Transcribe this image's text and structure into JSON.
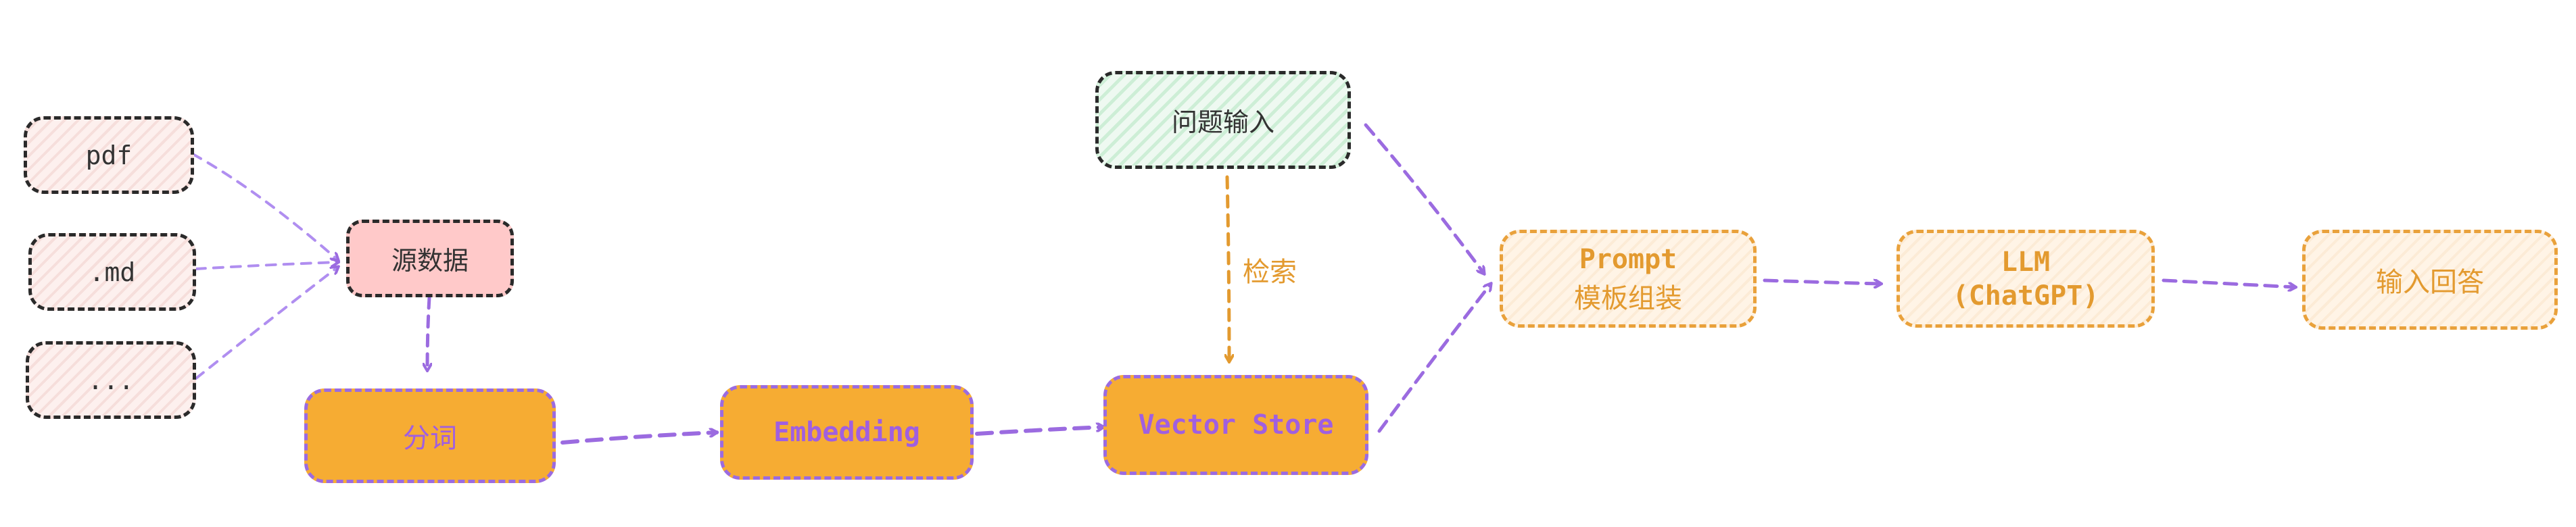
{
  "diagram": {
    "sources": {
      "pdf": "pdf",
      "md": ".md",
      "more": "..."
    },
    "source_data": "源数据",
    "tokenize": "分词",
    "embedding": "Embedding",
    "vector_store": "Vector Store",
    "question_input": "问题输入",
    "retrieve_label": "检索",
    "prompt": {
      "line1": "Prompt",
      "line2": "模板组装"
    },
    "llm": {
      "line1": "LLM",
      "line2": "(ChatGPT)"
    },
    "answer": "输入回答"
  },
  "colors": {
    "purple_arrow": "#9b6be0",
    "orange_arrow": "#e39a2f",
    "orange_fill": "#f6ac33",
    "pink_fill": "#ffc9c9",
    "dark_border": "#2a2a2a"
  }
}
